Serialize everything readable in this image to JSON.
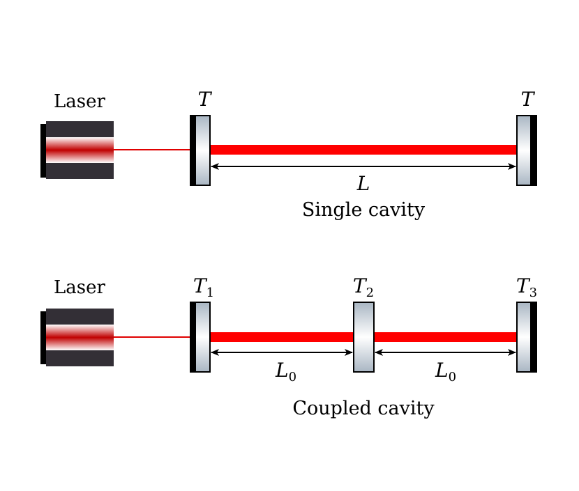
{
  "single": {
    "laser_label": "Laser",
    "mirror_left": {
      "symbol": "T",
      "subscript": ""
    },
    "mirror_right": {
      "symbol": "T",
      "subscript": ""
    },
    "length": {
      "symbol": "L",
      "subscript": ""
    },
    "caption": "Single cavity"
  },
  "coupled": {
    "laser_label": "Laser",
    "mirror_1": {
      "symbol": "T",
      "subscript": "1"
    },
    "mirror_2": {
      "symbol": "T",
      "subscript": "2"
    },
    "mirror_3": {
      "symbol": "T",
      "subscript": "3"
    },
    "length_1": {
      "symbol": "L",
      "subscript": "0"
    },
    "length_2": {
      "symbol": "L",
      "subscript": "0"
    },
    "caption": "Coupled cavity"
  },
  "colors": {
    "beam": "#ff0000",
    "laser_body": "#332f36",
    "laser_core": "#c00000",
    "mirror_coating": "#000000",
    "mirror_glass": "#a9b6c3"
  }
}
